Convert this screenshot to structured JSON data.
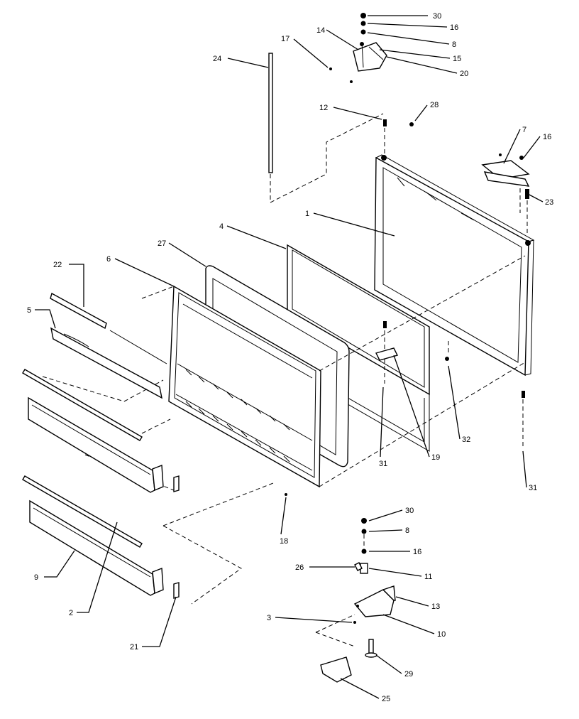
{
  "callouts": {
    "c30_top": "30",
    "c16_top": "16",
    "c8_top": "8",
    "c14": "14",
    "c15": "15",
    "c17": "17",
    "c20": "20",
    "c24": "24",
    "c12": "12",
    "c28": "28",
    "c7": "7",
    "c16_right": "16",
    "c23": "23",
    "c1": "1",
    "c4": "4",
    "c27": "27",
    "c6": "6",
    "c22": "22",
    "c5": "5",
    "c31_mid": "31",
    "c19": "19",
    "c32": "32",
    "c31_right": "31",
    "c18": "18",
    "c9": "9",
    "c2": "2",
    "c21": "21",
    "c30_bot": "30",
    "c8_bot": "8",
    "c16_bot": "16",
    "c26": "26",
    "c11": "11",
    "c13": "13",
    "c3": "3",
    "c10": "10",
    "c29": "29",
    "c25": "25"
  }
}
